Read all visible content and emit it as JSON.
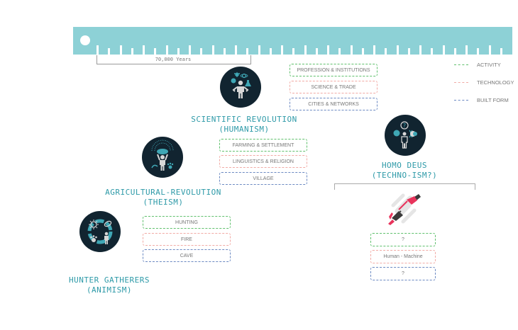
{
  "timeline": {
    "span_label": "70,000 Years",
    "tick_count": 36
  },
  "legend": [
    {
      "label": "ACTIVITY",
      "color": "#5fc06c"
    },
    {
      "label": "TECHNOLOGY",
      "color": "#f1aaa4"
    },
    {
      "label": "BUILT FORM",
      "color": "#6b89c2"
    }
  ],
  "colors": {
    "ruler": "#8dd1d6",
    "circle": "#112430",
    "title": "#2e9aa8",
    "accent_pink": "#e8345c"
  },
  "eras": [
    {
      "id": "hunter-gatherers",
      "title_line1": "HUNTER GATHERERS",
      "title_line2": "(ANIMISM)",
      "icon": "nature-cycle-icon",
      "activity": "HUNTING",
      "technology": "FIRE",
      "built_form": "CAVE"
    },
    {
      "id": "agricultural-revolution",
      "title_line1": "AGRICULTURAL-REVOLUTION",
      "title_line2": "(THEISM)",
      "icon": "worship-icon",
      "activity": "FARMING & SETTLEMENT",
      "technology": "LINGUISTICS & RELIGION",
      "built_form": "VILLAGE"
    },
    {
      "id": "scientific-revolution",
      "title_line1": "SCIENTIFIC REVOLUTION",
      "title_line2": "(HUMANISM)",
      "icon": "juggling-sciences-icon",
      "activity": "PROFESSION & INSTITUTIONS",
      "technology": "SCIENCE & TRADE",
      "built_form": "CITIES & NETWORKS"
    },
    {
      "id": "homo-deus",
      "title_line1": "HOMO DEUS",
      "title_line2": "(TECHNO-ISM?)",
      "icon": "future-human-icon",
      "sub_icon": "human-machine-hands-icon",
      "activity": "?",
      "technology": "Human - Machine",
      "built_form": "?"
    }
  ]
}
